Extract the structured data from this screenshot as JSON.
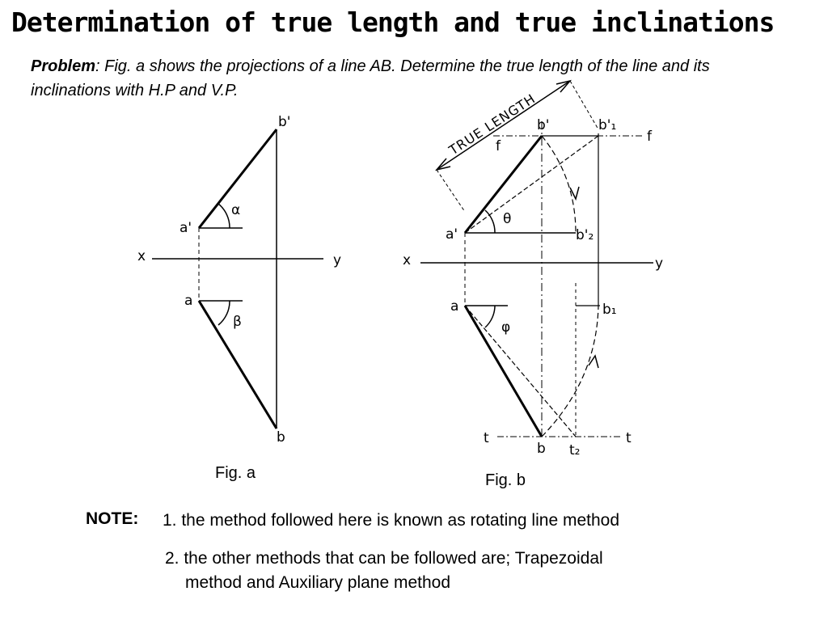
{
  "title": "Determination of true length and true inclinations",
  "problem": {
    "label": "Problem",
    "text": ": Fig. a  shows the projections of a line AB.  Determine the true length of the line and its inclinations with H.P and V.P."
  },
  "fig_a": {
    "caption": "Fig. a",
    "labels": {
      "b_prime": "b'",
      "a_prime": "a'",
      "alpha": "α",
      "x": "x",
      "y": "y",
      "a": "a",
      "beta": "β",
      "b": "b"
    }
  },
  "fig_b": {
    "caption": "Fig. b",
    "labels": {
      "true_length": "TRUE LENGTH",
      "b_prime": "b'",
      "b1_prime": "b'₁",
      "f_left": "f",
      "f_right": "f",
      "a_prime": "a'",
      "theta": "θ",
      "b2_prime": "b'₂",
      "x": "x",
      "y": "y",
      "a": "a",
      "phi": "φ",
      "b1": "b₁",
      "t_left": "t",
      "b": "b",
      "t2": "t₂",
      "t_right": "t"
    }
  },
  "note": {
    "label": "NOTE:",
    "line1": "1. the method followed here is known as rotating line method",
    "line2": "2. the other methods that can be followed are; Trapezoidal",
    "line3": "method and Auxiliary plane method"
  }
}
